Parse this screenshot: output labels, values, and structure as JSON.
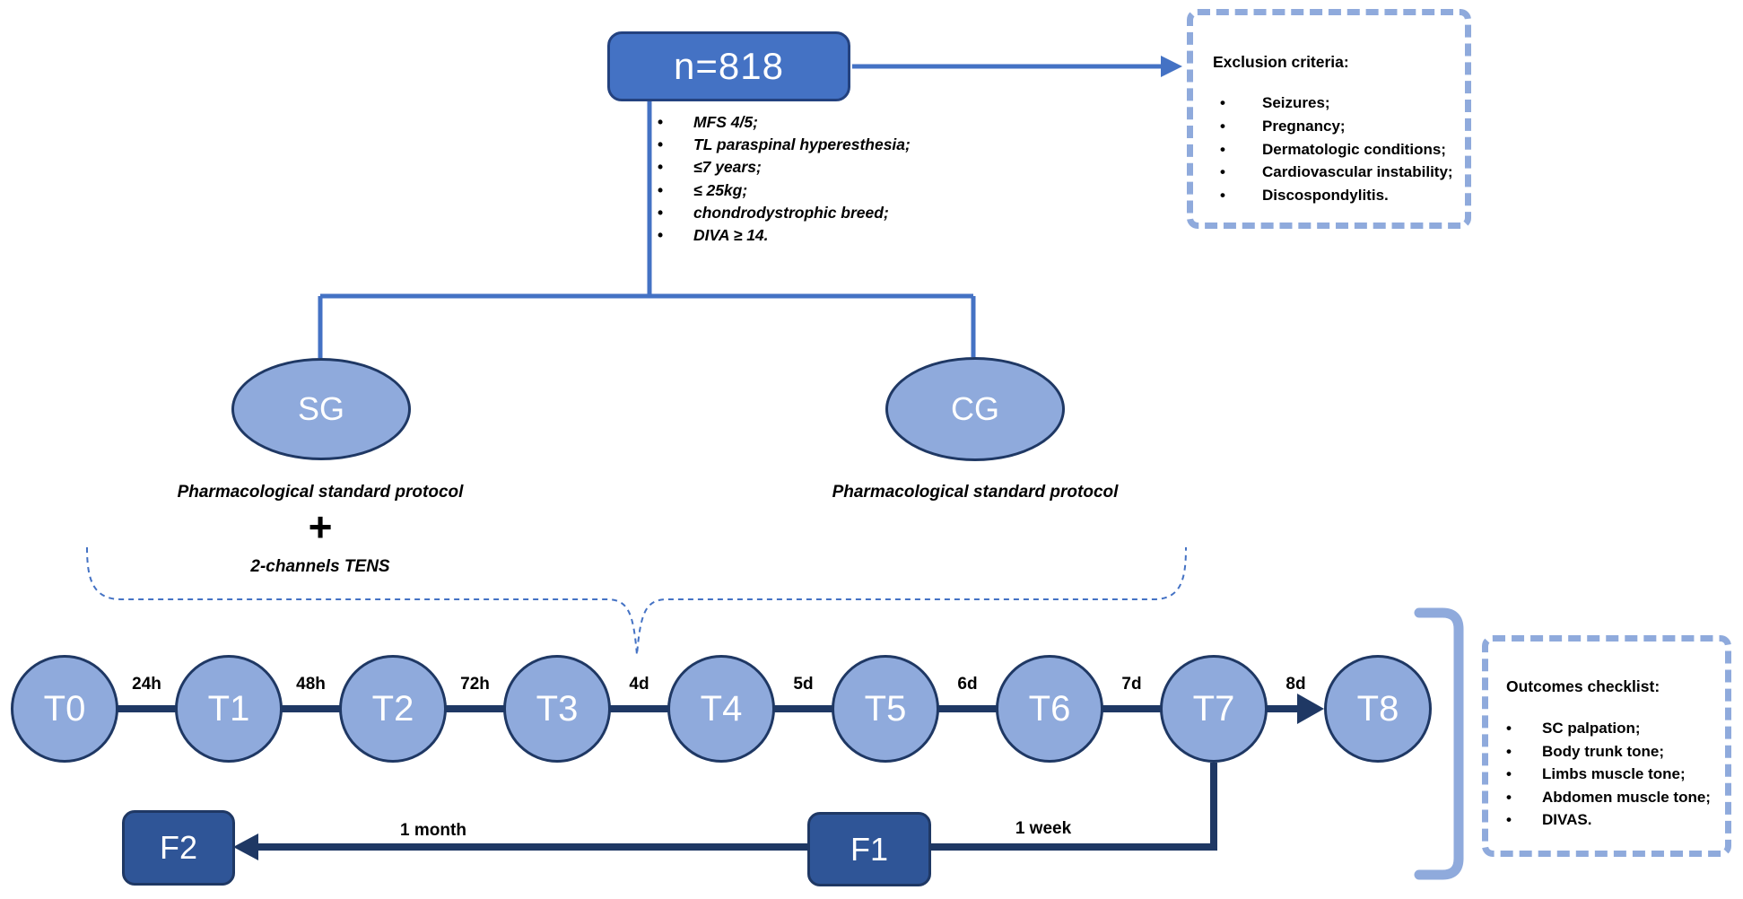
{
  "colors": {
    "medium_blue": "#4472C4",
    "light_blue": "#8FAADC",
    "navy": "#1F3864",
    "navy_border": "#24427F",
    "dark_blue": "#2F5597",
    "dash_blue": "#8FAADC"
  },
  "bullet_char": "•",
  "root_node": {
    "label": "n=818"
  },
  "inclusion_criteria": [
    "MFS 4/5;",
    "TL paraspinal hyperesthesia;",
    "≤7 years;",
    "≤ 25kg;",
    "chondrodystrophic breed;",
    "DIVA ≥ 14."
  ],
  "exclusion_box": {
    "title": "Exclusion criteria:",
    "items": [
      "Seizures;",
      "Pregnancy;",
      "Dermatologic conditions;",
      "Cardiovascular instability;",
      "Discospondylitis."
    ]
  },
  "groups": {
    "sg": {
      "label": "SG",
      "protocol": "Pharmacological standard protocol",
      "plus": "+",
      "extra": "2-channels TENS"
    },
    "cg": {
      "label": "CG",
      "protocol": "Pharmacological standard protocol"
    }
  },
  "timeline": {
    "nodes": [
      "T0",
      "T1",
      "T2",
      "T3",
      "T4",
      "T5",
      "T6",
      "T7",
      "T8"
    ],
    "intervals": [
      "24h",
      "48h",
      "72h",
      "4d",
      "5d",
      "6d",
      "7d",
      "8d"
    ]
  },
  "followups": {
    "f1": {
      "label": "F1",
      "interval": "1 week"
    },
    "f2": {
      "label": "F2",
      "interval": "1 month"
    }
  },
  "outcomes_box": {
    "title": "Outcomes checklist:",
    "items": [
      "SC palpation;",
      "Body trunk tone;",
      "Limbs muscle tone;",
      "Abdomen muscle tone;",
      "DIVAS."
    ]
  }
}
